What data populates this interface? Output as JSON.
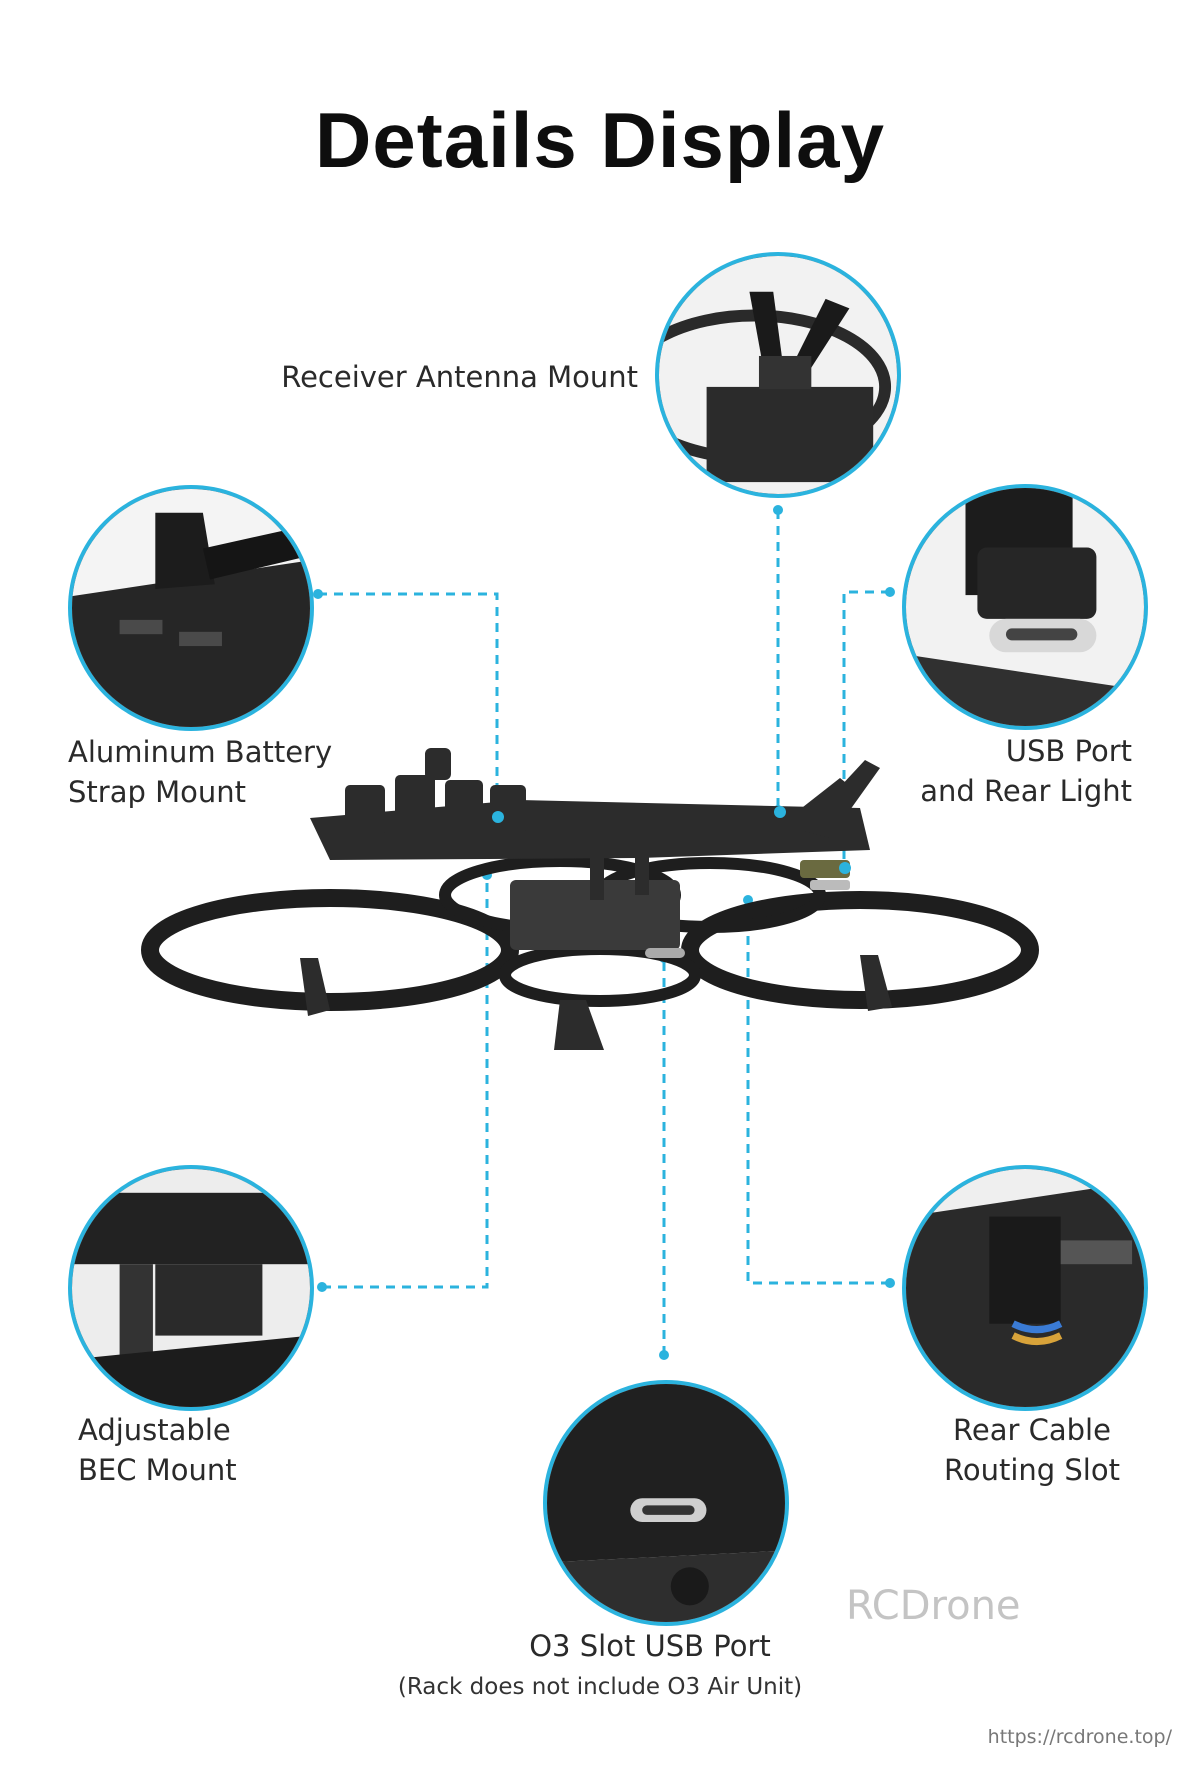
{
  "title": "Details Display",
  "labels": {
    "receiver_antenna": "Receiver Antenna Mount",
    "battery_strap_line1": "Aluminum Battery",
    "battery_strap_line2": "Strap Mount",
    "usb_port_line1": "USB Port",
    "usb_port_line2": "and Rear Light",
    "bec_line1": "Adjustable",
    "bec_line2": "BEC Mount",
    "rear_cable_line1": "Rear Cable",
    "rear_cable_line2": "Routing Slot",
    "o3_slot": "O3 Slot USB Port",
    "o3_note": "(Rack does not include O3 Air Unit)"
  },
  "watermark": "RCDrone",
  "footer_url": "https://rcdrone.top/",
  "colors": {
    "accent": "#2bb3de",
    "frame": "#1e1e1e",
    "title": "#0e0e0e"
  }
}
